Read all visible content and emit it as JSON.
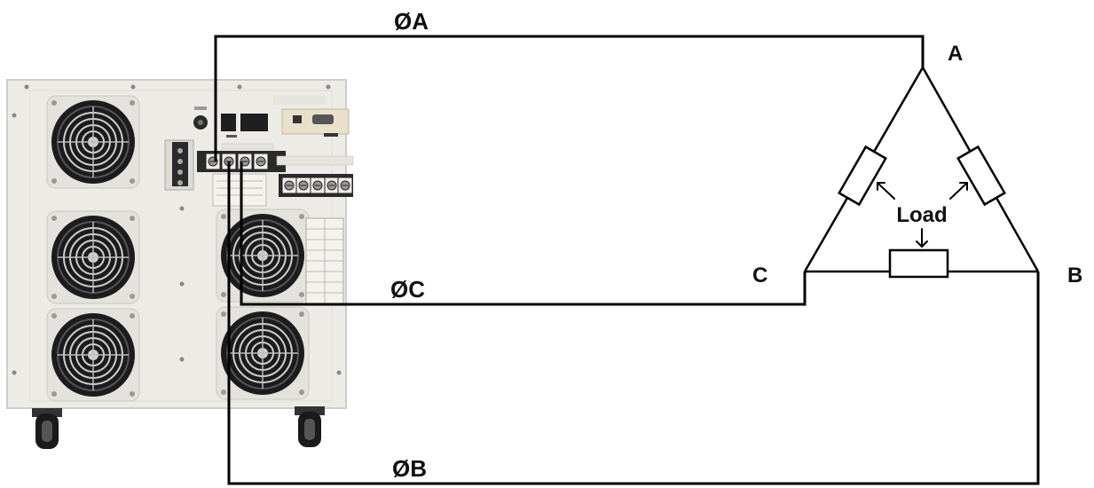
{
  "colors": {
    "background": "#ffffff",
    "wire": "#000000",
    "chassis": "#ecebe6",
    "chassis_edge": "#cfcdc6",
    "fan_dark": "#1c1c1c",
    "fan_guard": "#d4d4d4",
    "terminal": "#2a2a2a"
  },
  "labels": {
    "phase_a": "ØA",
    "phase_b": "ØB",
    "phase_c": "ØC",
    "node_a": "A",
    "node_b": "B",
    "node_c": "C",
    "load": "Load"
  },
  "icons": {
    "power_supply": "ac-power-source-rear-panel",
    "fan": "cooling-fan",
    "resistor": "resistor-box"
  }
}
